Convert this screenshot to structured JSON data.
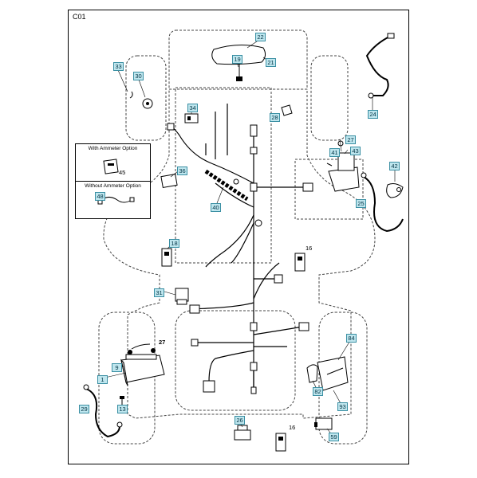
{
  "page_code": "C01",
  "option_box": {
    "with_ammeter": "With Ammeter Option",
    "without_ammeter": "Without Ammeter Option",
    "with_part": "45",
    "without_part": "48"
  },
  "callouts": {
    "c22": "22",
    "c19": "19",
    "c21": "21",
    "c33": "33",
    "c30": "30",
    "c34": "34",
    "c28": "28",
    "c24": "24",
    "c41": "41",
    "c43": "43",
    "c27": "27",
    "c42": "42",
    "c36": "36",
    "c40": "40",
    "c25": "25",
    "c18": "18",
    "c31": "31",
    "c84": "84",
    "c1": "1",
    "c9": "9",
    "c82": "82",
    "c93": "93",
    "c29": "29",
    "c13": "13",
    "c26": "26",
    "c59": "59"
  },
  "plain_labels": {
    "p16a": "16",
    "p27": "27",
    "p16b": "16"
  }
}
